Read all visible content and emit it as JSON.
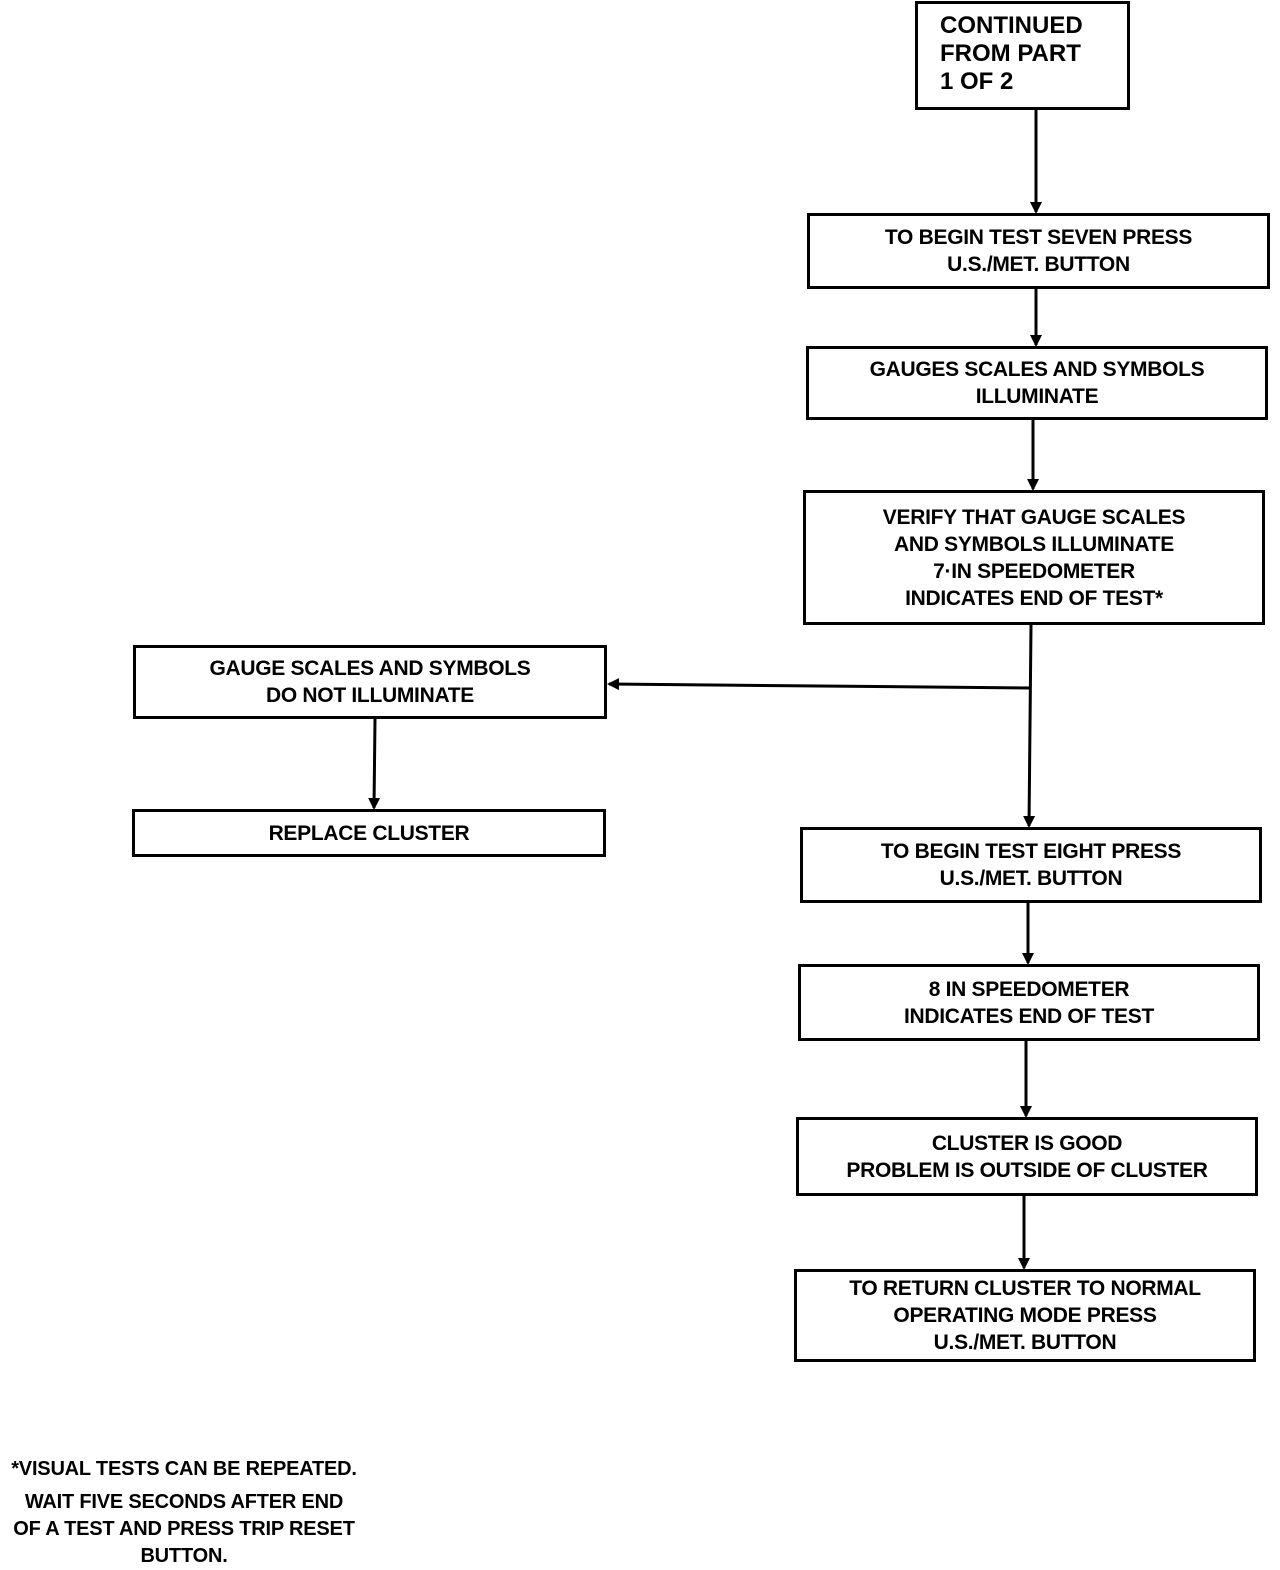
{
  "boxes": {
    "start": [
      "CONTINUED",
      "FROM PART",
      "1 OF 2"
    ],
    "test_seven": [
      "TO BEGIN TEST SEVEN PRESS",
      "U.S./MET. BUTTON"
    ],
    "gauges_illuminate": [
      "GAUGES SCALES AND SYMBOLS",
      "ILLUMINATE"
    ],
    "verify": [
      "VERIFY THAT GAUGE SCALES",
      "AND SYMBOLS ILLUMINATE",
      "7·IN SPEEDOMETER",
      "INDICATES END OF TEST*"
    ],
    "not_illuminate": [
      "GAUGE SCALES AND SYMBOLS",
      "DO NOT ILLUMINATE"
    ],
    "replace": [
      "REPLACE CLUSTER"
    ],
    "test_eight": [
      "TO BEGIN TEST EIGHT PRESS",
      "U.S./MET. BUTTON"
    ],
    "eight_speedo": [
      "8 IN SPEEDOMETER",
      "INDICATES END OF TEST"
    ],
    "cluster_good": [
      "CLUSTER IS GOOD",
      "PROBLEM IS OUTSIDE OF CLUSTER"
    ],
    "return_normal": [
      "TO RETURN CLUSTER TO NORMAL",
      "OPERATING MODE PRESS",
      "U.S./MET. BUTTON"
    ]
  },
  "footnote": {
    "line1": "*VISUAL TESTS CAN BE REPEATED.",
    "line2": "WAIT FIVE SECONDS AFTER END",
    "line3": "OF A TEST AND PRESS TRIP RESET",
    "line4": "BUTTON."
  }
}
